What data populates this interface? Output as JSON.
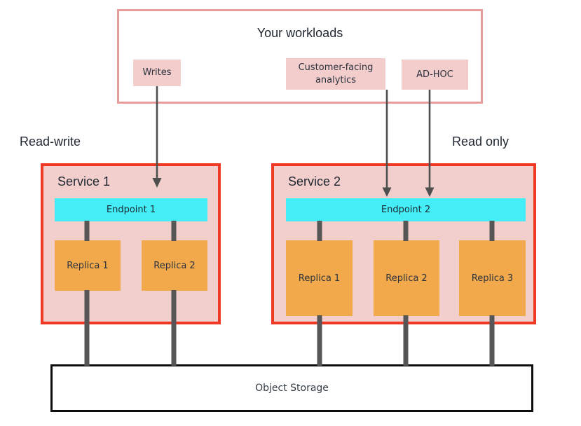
{
  "workloads": {
    "title": "Your workloads",
    "items": [
      {
        "label": "Writes"
      },
      {
        "label": "Customer-facing analytics"
      },
      {
        "label": "AD-HOC"
      }
    ]
  },
  "labels": {
    "read_write": "Read-write",
    "read_only": "Read only"
  },
  "services": [
    {
      "name": "Service 1",
      "endpoint": "Endpoint 1",
      "replicas": [
        "Replica 1",
        "Replica 2"
      ]
    },
    {
      "name": "Service 2",
      "endpoint": "Endpoint 2",
      "replicas": [
        "Replica 1",
        "Replica 2",
        "Replica 3"
      ]
    }
  ],
  "storage": {
    "label": "Object Storage"
  },
  "colors": {
    "workloads_border": "#e89c9c",
    "workload_item_fill": "#f3cccc",
    "service_border": "#f03a25",
    "service_fill": "#f2cfcc",
    "endpoint_fill": "#45eef7",
    "replica_fill": "#f2a94c",
    "connector": "#565656",
    "arrow": "#4f4f4f",
    "storage_border": "#0d0d0d"
  }
}
